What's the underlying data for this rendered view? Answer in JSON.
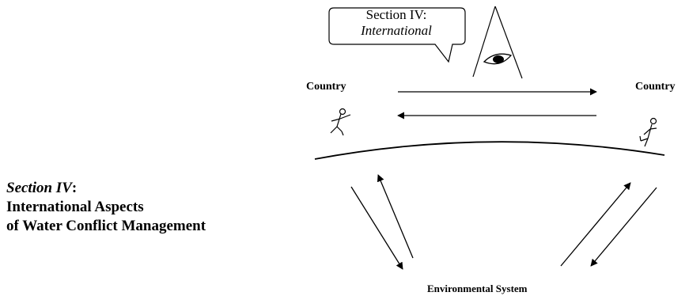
{
  "diagram": {
    "bubble": {
      "line1": "Section IV:",
      "line2": "International"
    },
    "left_country_label": "Country",
    "right_country_label": "Country",
    "environment_label": "Environmental System",
    "section_title": {
      "prefix_italic": "Section IV",
      "colon": ":",
      "line2": "International Aspects",
      "line3": "of Water Conflict Management"
    },
    "icons": [
      "eye-in-triangle-icon",
      "stick-figure-icon",
      "stick-figure-icon"
    ],
    "line_color": "#000000"
  }
}
